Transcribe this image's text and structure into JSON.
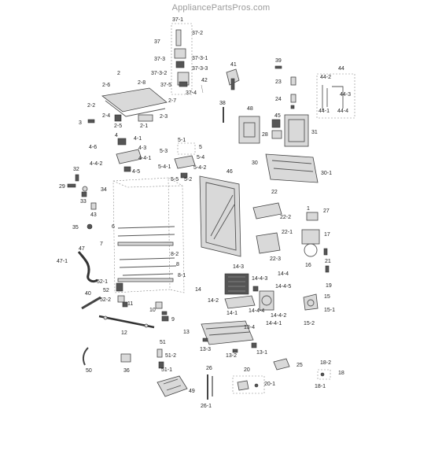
{
  "watermark": "AppliancePartsPros.com",
  "labels": {
    "l37_1": "37-1",
    "l37_2": "37-2",
    "l37": "37",
    "l37_3": "37-3",
    "l37_3_1": "37-3-1",
    "l37_3_2": "37-3-2",
    "l37_3_3": "37-3-3",
    "l37_5": "37-5",
    "l37_4": "37-4",
    "l42": "42",
    "l41": "41",
    "l39": "39",
    "l23": "23",
    "l24": "24",
    "l38": "38",
    "l44": "44",
    "l44_2": "44-2",
    "l44_3": "44-3",
    "l44_1": "44-1",
    "l44_4": "44-4",
    "l2": "2",
    "l2_8": "2-8",
    "l2_6": "2-6",
    "l2_7": "2-7",
    "l2_2": "2-2",
    "l2_4": "2-4",
    "l2_3": "2-3",
    "l2_5": "2-5",
    "l2_1": "2-1",
    "l3": "3",
    "l48": "48",
    "l45": "45",
    "l28": "28",
    "l31": "31",
    "l30": "30",
    "l30_1": "30-1",
    "l4": "4",
    "l4_1": "4-1",
    "l4_6": "4-6",
    "l4_3": "4-3",
    "l4_4_1": "4-4-1",
    "l4_4_2": "4-4-2",
    "l4_5": "4-5",
    "l5_1": "5-1",
    "l5_3": "5-3",
    "l5": "5",
    "l5_4": "5-4",
    "l5_4_1": "5-4-1",
    "l5_4_2": "5-4-2",
    "l5_5": "5-5",
    "l5_2": "5-2",
    "l32": "32",
    "l29": "29",
    "l34": "34",
    "l33": "33",
    "l43": "43",
    "l35": "35",
    "l46": "46",
    "l22": "22",
    "l22_2": "22-2",
    "l27": "27",
    "l1": "1",
    "l17": "17",
    "l22_1": "22-1",
    "l22_3": "22-3",
    "l16": "16",
    "l21": "21",
    "l19": "19",
    "l6": "6",
    "l7": "7",
    "l47": "47",
    "l47_1": "47-1",
    "l8_2": "8-2",
    "l8": "8",
    "l8_1": "8-1",
    "l14_3": "14-3",
    "l14_4_3": "14-4-3",
    "l14_4": "14-4",
    "l14_4_5": "14-4-5",
    "l14": "14",
    "l14_2": "14-2",
    "l14_4_4": "14-4-4",
    "l14_1": "14-1",
    "l14_4_2": "14-4-2",
    "l14_4_1": "14-4-1",
    "l15": "15",
    "l15_1": "15-1",
    "l15_2": "15-2",
    "l52_1": "52-1",
    "l52": "52",
    "l52_2": "52-2",
    "l40": "40",
    "l11": "11",
    "l10": "10",
    "l9": "9",
    "l12": "12",
    "l13": "13",
    "l13_4": "13-4",
    "l13_1": "13-1",
    "l13_3": "13-3",
    "l13_2": "13-2",
    "l51": "51",
    "l51_2": "51-2",
    "l51_1": "51-1",
    "l50": "50",
    "l36": "36",
    "l26": "26",
    "l20": "20",
    "l20_1": "20-1",
    "l25": "25",
    "l18_2": "18-2",
    "l18": "18",
    "l18_1": "18-1",
    "l49": "49",
    "l26_1": "26-1"
  }
}
